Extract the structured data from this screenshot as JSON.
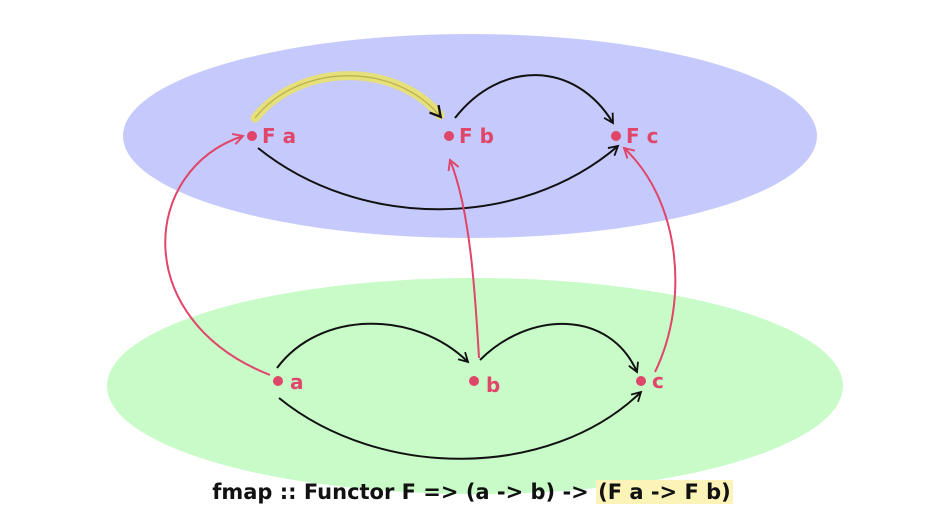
{
  "colors": {
    "functor_category": "#c5c9fb",
    "source_category": "#c8fbc8",
    "node": "#e0456a",
    "fmap_arrow": "#e0456a",
    "morphism_arrow": "#111111",
    "highlighted_arrow": "#e6e07a",
    "caption_highlight": "#fbf3b8"
  },
  "functor_category": {
    "nodes": [
      "F a",
      "F b",
      "F c"
    ]
  },
  "source_category": {
    "nodes": [
      "a",
      "b",
      "c"
    ]
  },
  "caption": {
    "prefix": "fmap :: Functor F  => (a -> b) -> ",
    "highlighted": "(F a -> F b)"
  }
}
